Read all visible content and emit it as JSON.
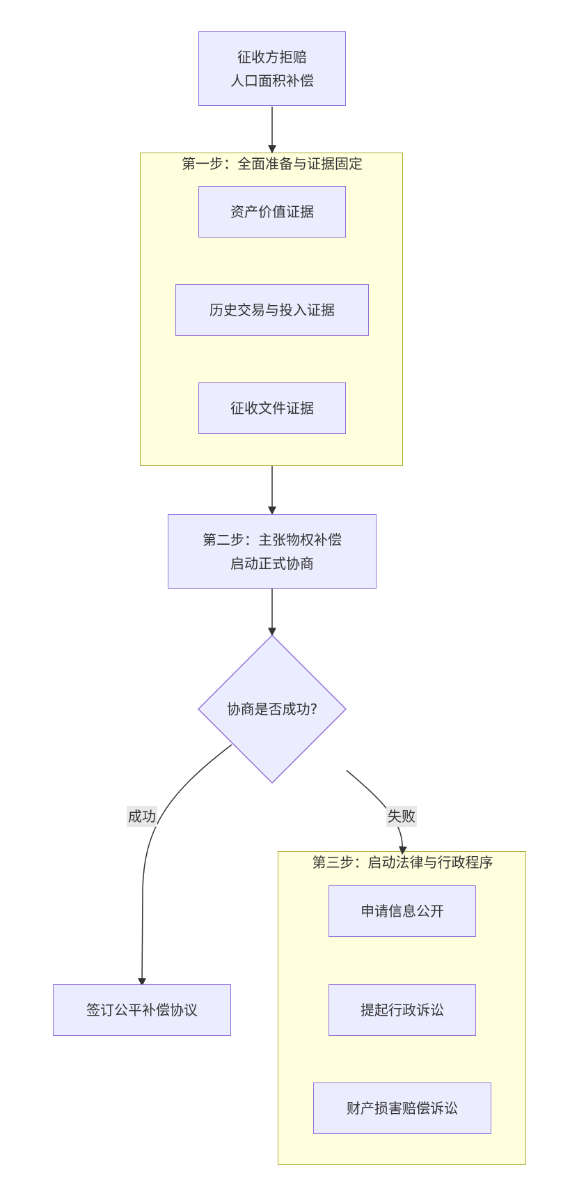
{
  "nodes": {
    "start": {
      "line1": "征收方拒赔",
      "line2": "人口面积补偿"
    },
    "step1": {
      "title": "第一步：全面准备与证据固定",
      "asset_value": "资产价值证据",
      "history": "历史交易与投入证据",
      "docs": "征收文件证据"
    },
    "step2": {
      "line1": "第二步：主张物权补偿",
      "line2": "启动正式协商"
    },
    "decision": {
      "label": "协商是否成功?"
    },
    "success_node": {
      "label": "签订公平补偿协议"
    },
    "step3": {
      "title": "第三步：启动法律与行政程序",
      "info": "申请信息公开",
      "admin": "提起行政诉讼",
      "damages": "财产损害赔偿诉讼"
    }
  },
  "edges": {
    "success": "成功",
    "failure": "失败"
  },
  "colors": {
    "node_fill": "#ececff",
    "node_stroke": "#9370db",
    "cluster_fill": "#ffffde",
    "cluster_stroke": "#aaaa33",
    "edge": "#333333",
    "edge_label_bg": "#e8e8e8"
  }
}
